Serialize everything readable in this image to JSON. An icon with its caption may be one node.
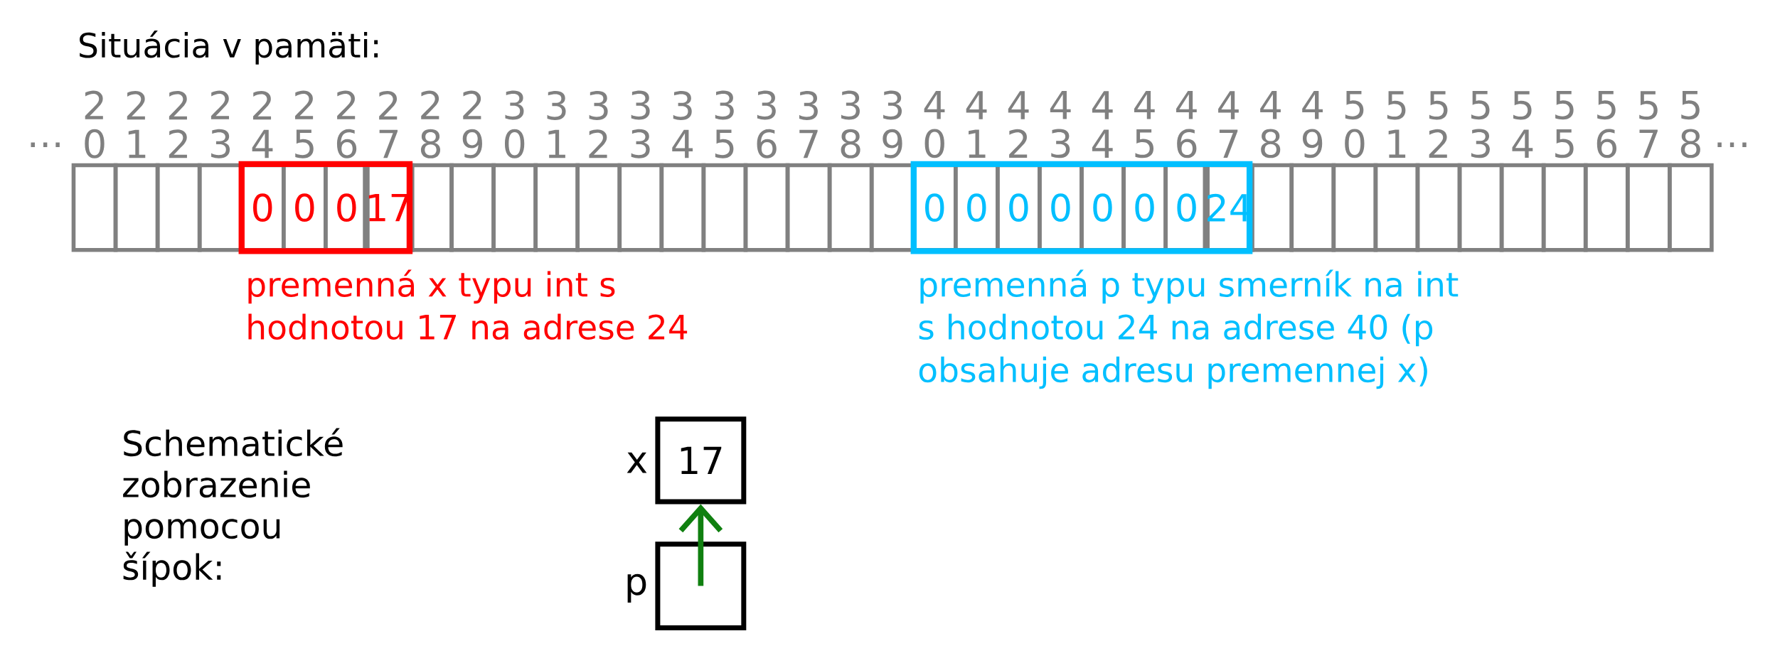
{
  "diagram": {
    "title": "Situácia v pamäti:",
    "nodes": [
      {
        "text": [],
        "shape": "box"
      },
      {
        "text": [],
        "shape": "box"
      },
      {
        "text": [],
        "shape": "box"
      },
      {
        "text": [],
        "shape": "box"
      },
      {
        "text": [],
        "shape": "box",
        "beside": [
          "premenná x typu int s hodnotou 17 na adrese 24"
        ]
      },
      {
        "text": [
          "0"
        ],
        "in": 4
      },
      {
        "text": [
          "0"
        ],
        "in": 4
      },
      {
        "text": [
          "0"
        ],
        "in": 4
      },
      {
        "text": [
          "17"
        ],
        "in": 4
      },
      {
        "text": [],
        "shape": "box"
      },
      {
        "text": [],
        "shape": "box"
      },
      {
        "text": [],
        "shape": "box"
      },
      {
        "text": [],
        "shape": "box"
      },
      {
        "text": [],
        "shape": "box"
      },
      {
        "text": [],
        "shape": "box"
      },
      {
        "text": [],
        "shape": "box"
      },
      {
        "text": [],
        "shape": "box"
      },
      {
        "text": [],
        "shape": "box"
      },
      {
        "text": [],
        "shape": "box"
      },
      {
        "text": [],
        "shape": "box"
      },
      {
        "text": [],
        "shape": "box"
      },
      {
        "text": [],
        "shape": "box",
        "beside": [
          "premenná p typu smerník na int s hodnotou 24 na adrese 40 (p obsahuje adresu premennej x)"
        ]
      },
      {
        "text": [
          "0"
        ],
        "in": 21
      },
      {
        "text": [
          "0"
        ],
        "in": 21
      },
      {
        "text": [
          "0"
        ],
        "in": 21
      },
      {
        "text": [
          "0"
        ],
        "in": 21
      },
      {
        "text": [
          "0"
        ],
        "in": 21
      },
      {
        "text": [
          "0"
        ],
        "in": 21
      },
      {
        "text": [
          "0"
        ],
        "in": 21
      },
      {
        "text": [
          "24"
        ],
        "in": 21
      },
      {
        "text": [],
        "shape": "box"
      },
      {
        "text": [],
        "shape": "box"
      },
      {
        "text": [],
        "shape": "box"
      },
      {
        "text": [],
        "shape": "box"
      },
      {
        "text": [],
        "shape": "box"
      },
      {
        "text": [],
        "shape": "box"
      },
      {
        "text": [],
        "shape": "box"
      },
      {
        "text": [],
        "shape": "box"
      },
      {
        "text": [],
        "shape": "box"
      },
      {
        "text": [],
        "shape": "box"
      },
      {
        "text": [],
        "shape": "box"
      },
      {
        "text": [
          "17"
        ],
        "beside": [
          "x"
        ]
      },
      {
        "text": [],
        "shape": "box",
        "beside": [
          "p"
        ]
      }
    ],
    "edges": [
      {
        "from": 42,
        "to": 41,
        "arrow": "to"
      }
    ],
    "labels": [
      "…",
      "20",
      "21",
      "22",
      "23",
      "24",
      "25",
      "26",
      "27",
      "28",
      "29",
      "30",
      "31",
      "32",
      "33",
      "34",
      "35",
      "36",
      "37",
      "38",
      "39",
      "40",
      "41",
      "42",
      "43",
      "44",
      "45",
      "46",
      "47",
      "48",
      "49",
      "50",
      "51",
      "52",
      "53",
      "54",
      "55",
      "56",
      "57",
      "58",
      "…",
      "Schematické zobrazenie pomocou šípok:"
    ]
  }
}
